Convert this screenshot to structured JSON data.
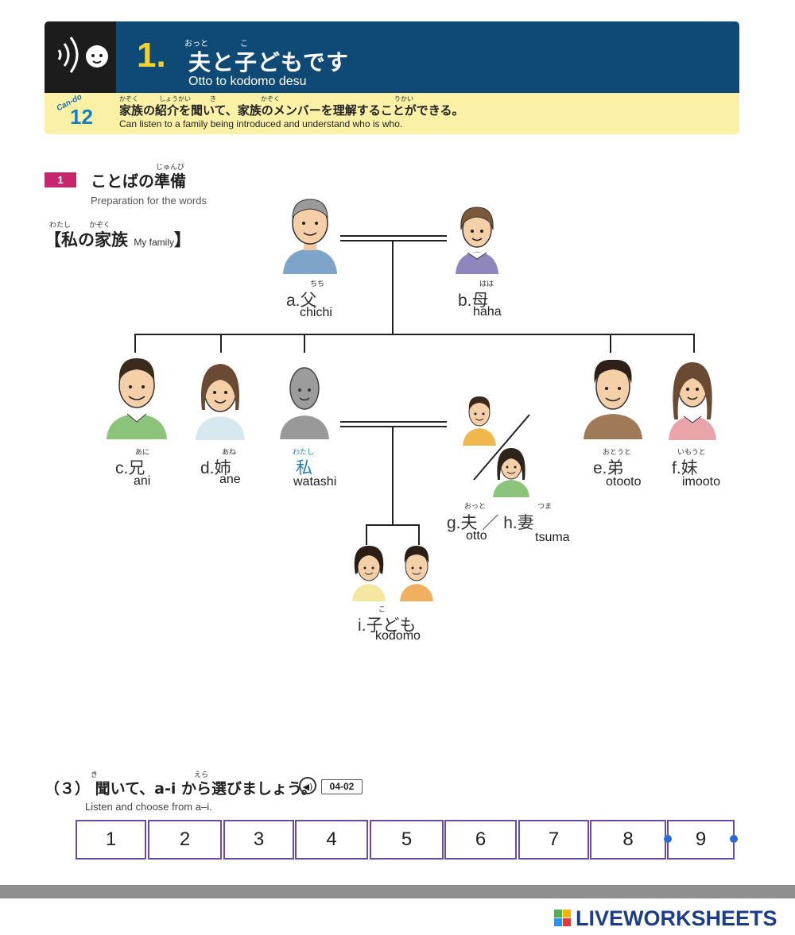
{
  "header": {
    "lesson_number": "1.",
    "title_jp": "夫と子どもです",
    "title_ruby_otto": "おっと",
    "title_ruby_ko": "こ",
    "title_romaji": "Otto to kodomo desu",
    "icon": "listening-baby-icon",
    "colors": {
      "bar": "#0f4a76",
      "icon_bg": "#1c1c1c",
      "number": "#f2d12e",
      "cando_band": "#fbf1a6"
    }
  },
  "cando": {
    "label": "Can-do",
    "number": "12",
    "jp": "家族の紹介を聞いて、家族のメンバーを理解することができる。",
    "ruby": {
      "kazoku": "かぞく",
      "shoukai": "しょうかい",
      "ki": "き",
      "kazoku2": "かぞく",
      "rikai": "りかい"
    },
    "en": "Can listen to a family being introduced and understand who is who."
  },
  "section1": {
    "badge": "1",
    "title": "ことばの準備",
    "title_ruby": "じゅんび",
    "subtitle": "Preparation for the words",
    "family_heading": "【私の家族",
    "family_heading_en": "My family",
    "family_heading_close": "】",
    "ruby_watashi": "わたし",
    "ruby_kazoku": "かぞく"
  },
  "people": [
    {
      "key": "a",
      "letter": "a.",
      "kanji": "父",
      "ruby": "ちち",
      "romaji": "chichi"
    },
    {
      "key": "b",
      "letter": "b.",
      "kanji": "母",
      "ruby": "はは",
      "romaji": "haha"
    },
    {
      "key": "c",
      "letter": "c.",
      "kanji": "兄",
      "ruby": "あに",
      "romaji": "ani"
    },
    {
      "key": "d",
      "letter": "d.",
      "kanji": "姉",
      "ruby": "あね",
      "romaji": "ane"
    },
    {
      "key": "me",
      "letter": "",
      "kanji": "私",
      "ruby": "わたし",
      "romaji": "watashi"
    },
    {
      "key": "e",
      "letter": "e.",
      "kanji": "弟",
      "ruby": "おとうと",
      "romaji": "otooto"
    },
    {
      "key": "f",
      "letter": "f.",
      "kanji": "妹",
      "ruby": "いもうと",
      "romaji": "imooto"
    },
    {
      "key": "g",
      "letter": "g.",
      "kanji": "夫",
      "ruby": "おっと",
      "romaji": "otto"
    },
    {
      "key": "h",
      "letter": "h.",
      "kanji": "妻",
      "ruby": "つま",
      "romaji": "tsuma"
    },
    {
      "key": "i",
      "letter": "i.",
      "kanji": "子ども",
      "ruby": "こ",
      "romaji": "kodomo"
    }
  ],
  "gh_separator": "／",
  "section3": {
    "number": "（３）",
    "instruction": "聞いて、a-i から選びましょう。",
    "ruby_ki": "き",
    "ruby_era": "えら",
    "audio_track": "04-02",
    "audio_icon": "speaker-icon",
    "instruction_en": "Listen and choose from a–i.",
    "answers": [
      {
        "label": "1",
        "value": ""
      },
      {
        "label": "2",
        "value": ""
      },
      {
        "label": "3",
        "value": ""
      },
      {
        "label": "4",
        "value": ""
      },
      {
        "label": "5",
        "value": ""
      },
      {
        "label": "6",
        "value": ""
      },
      {
        "label": "7",
        "value": ""
      },
      {
        "label": "8",
        "value": ""
      },
      {
        "label": "9",
        "value": ""
      }
    ],
    "box_border_color": "#6a4aa8"
  },
  "footer": {
    "brand": "LIVEWORKSHEETS",
    "brand_color": "#1c3d88"
  }
}
